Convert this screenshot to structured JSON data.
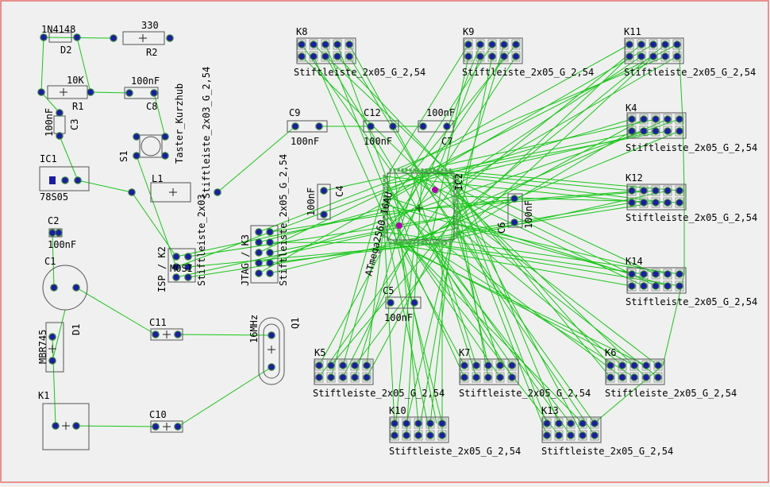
{
  "board": {
    "background": "#f0f0f0",
    "frame_color": "#e87070",
    "wire_color": "#14c814",
    "pad_color": "#1c1ca8",
    "pad_ring": "#3a8a3a",
    "body_color": "#555555",
    "mark_color": "#b000b0"
  },
  "labels": {
    "d2_value": "1N4148",
    "d2_name": "D2",
    "r2_value": "330",
    "r2_name": "R2",
    "r1_value": "10K",
    "r1_name": "R1",
    "c8_value": "100nF",
    "c8_name": "C8",
    "c3_value": "100nF",
    "c3_name": "C3",
    "s1_name": "S1",
    "s1_value": "Taster_Kurzhub",
    "ic1_name": "IC1",
    "ic1_value": "78S05",
    "c2_name": "C2",
    "c2_value": "100nF",
    "c1_name": "C1",
    "d1_name": "D1",
    "d1_value": "MBR745",
    "k1_name": "K1",
    "l1_name": "L1",
    "l1_value": "Stiftleiste_2x03_G_2,54",
    "c9_name": "C9",
    "c9_value": "100nF",
    "c12_name": "C12",
    "c12_value": "100nF",
    "c7_value": "100nF",
    "c7_name": "C7",
    "c4_value": "100nF",
    "c4_name": "C4",
    "k3_label": "JTAG / K3",
    "k3_value": "Stiftleiste_2x05_G_2,54",
    "k2_label": "ISP / K2",
    "k2_value": "Stiftleiste_2x03",
    "k2_mark": "MOSI",
    "ic_name": "ATmega2560-16AU",
    "ic_ref": "IC2",
    "c6_name": "C6",
    "c6_value": "100nF",
    "c5_name": "C5",
    "c5_value": "100nF",
    "c11_name": "C11",
    "c10_name": "C10",
    "q1_name": "Q1",
    "q1_value": "16MHz",
    "k8_name": "K8",
    "k8_value": "Stiftleiste_2x05_G_2,54",
    "k9_name": "K9",
    "k9_value": "Stiftleiste_2x05_G_2,54",
    "k11_name": "K11",
    "k11_value": "Stiftleiste_2x05_G_2,54",
    "k4_name": "K4",
    "k4_value": "Stiftleiste_2x05_G_2,54",
    "k12_name": "K12",
    "k12_value": "Stiftleiste_2x05_G_2,54",
    "k14_name": "K14",
    "k14_value": "Stiftleiste_2x05_G_2,54",
    "k5_name": "K5",
    "k5_value": "Stiftleiste_2x05_G_2,54",
    "k7_name": "K7",
    "k7_value": "Stiftleiste_2x05_G_2,54",
    "k6_name": "K6",
    "k6_value": "Stiftleiste_2x05_G_2,54",
    "k10_name": "K10",
    "k10_value": "Stiftleiste_2x05_G_2,54",
    "k13_name": "K13",
    "k13_value": "Stiftleiste_2x05_G_2,54"
  }
}
